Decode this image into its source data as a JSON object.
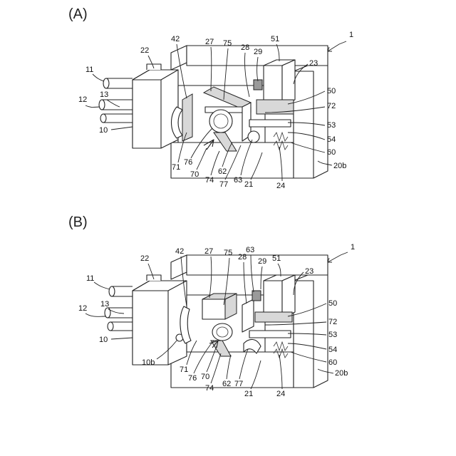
{
  "figure": {
    "panel_a": {
      "label": "(A)",
      "refs": [
        "1",
        "22",
        "42",
        "27",
        "75",
        "28",
        "29",
        "51",
        "23",
        "11",
        "13",
        "12",
        "10",
        "50",
        "72",
        "53",
        "54",
        "60",
        "71",
        "76",
        "70",
        "74",
        "62",
        "77",
        "63",
        "21",
        "24",
        "20b"
      ]
    },
    "panel_b": {
      "label": "(B)",
      "refs": [
        "1",
        "22",
        "42",
        "27",
        "75",
        "28",
        "63",
        "29",
        "51",
        "23",
        "11",
        "13",
        "12",
        "10",
        "50",
        "72",
        "53",
        "54",
        "60",
        "10b",
        "71",
        "76",
        "70",
        "74",
        "62",
        "77",
        "21",
        "24",
        "20b"
      ]
    }
  }
}
